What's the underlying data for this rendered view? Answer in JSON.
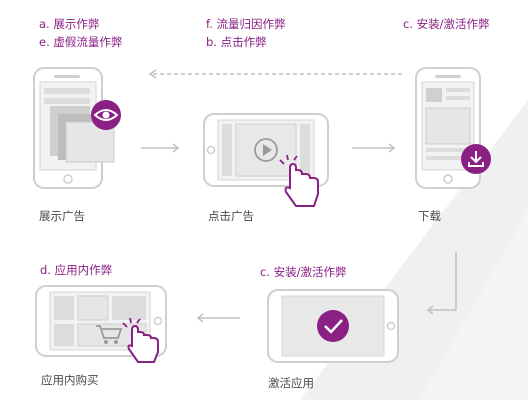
{
  "accent_color": "#8a1f84",
  "steps": {
    "display": {
      "fraud_labels": [
        "a. 展示作弊",
        "e. 虚假流量作弊"
      ],
      "caption": "展示广告",
      "icon": "eye-icon"
    },
    "click": {
      "fraud_labels": [
        "f. 流量归因作弊",
        "b. 点击作弊"
      ],
      "caption": "点击广告",
      "icon": "play-icon"
    },
    "download": {
      "fraud_labels": [
        "c. 安装/激活作弊"
      ],
      "caption": "下载",
      "icon": "download-icon"
    },
    "activate": {
      "fraud_labels": [
        "c. 安装/激活作弊"
      ],
      "caption": "激活应用",
      "icon": "checkmark-icon"
    },
    "in_app_purchase": {
      "fraud_labels": [
        "d. 应用内作弊"
      ],
      "caption": "应用内购买",
      "icon": "shopping-cart-icon"
    }
  }
}
